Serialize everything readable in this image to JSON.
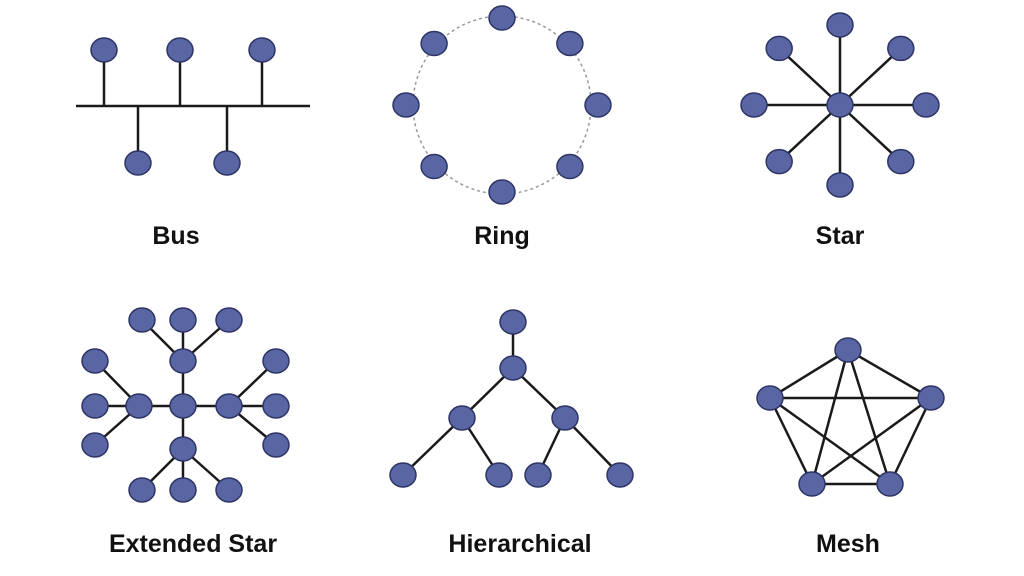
{
  "colors": {
    "node": "#5966a3",
    "node_outline": "#2e3566",
    "line": "#1a1a1a",
    "ring_dash": "#9a9a9a"
  },
  "topologies": [
    {
      "id": "bus",
      "label": "Bus"
    },
    {
      "id": "ring",
      "label": "Ring"
    },
    {
      "id": "star",
      "label": "Star"
    },
    {
      "id": "extended-star",
      "label": "Extended Star"
    },
    {
      "id": "hierarchical",
      "label": "Hierarchical"
    },
    {
      "id": "mesh",
      "label": "Mesh"
    }
  ]
}
